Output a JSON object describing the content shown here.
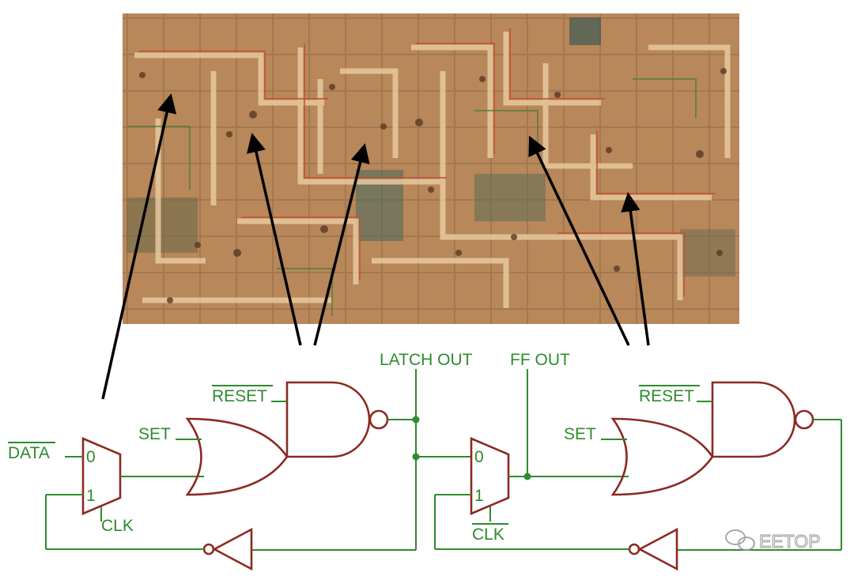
{
  "labels": {
    "data_bar": "DATA",
    "set_1": "SET",
    "reset_1": "RESET",
    "clk_1": "CLK",
    "mux1_in0": "0",
    "mux1_in1": "1",
    "latch_out": "LATCH OUT",
    "ff_out": "FF OUT",
    "set_2": "SET",
    "reset_2": "RESET",
    "clk_2": "CLK",
    "mux2_in0": "0",
    "mux2_in1": "1"
  },
  "watermark": "EETOP",
  "colors": {
    "wire": "#2e8b2e",
    "gate": "#8b2a22",
    "arrow": "#000000",
    "die_base": "#b8875a"
  }
}
